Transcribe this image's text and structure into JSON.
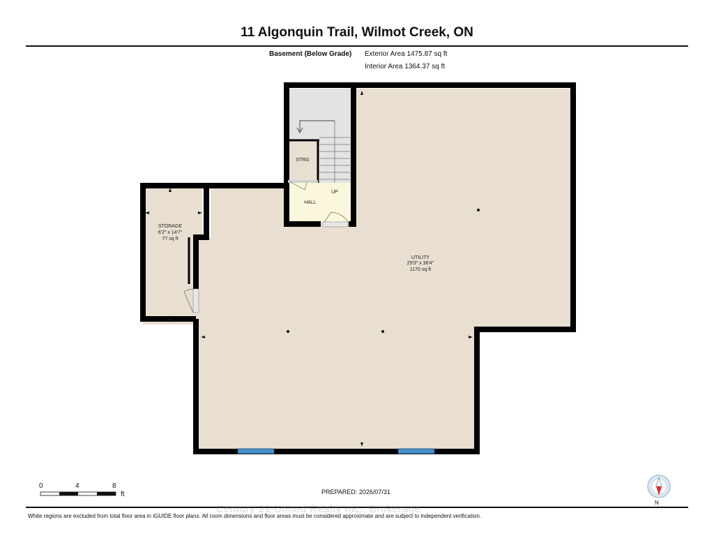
{
  "header": {
    "title": "11 Algonquin Trail, Wilmot Creek, ON",
    "level_label": "Basement (Below Grade)",
    "exterior_area": "Exterior Area 1475.87 sq ft",
    "interior_area": "Interior Area 1364.37 sq ft"
  },
  "rooms": {
    "storage": {
      "name": "STORAGE",
      "dims": "6'2\" x 14'7\"",
      "area": "77 sq ft"
    },
    "utility": {
      "name": "UTILITY",
      "dims": "29'3\" x 38'4\"",
      "area": "1170 sq ft"
    },
    "strg": {
      "name": "STRG"
    },
    "hall": {
      "name": "HALL"
    },
    "stairs": {
      "label": "UP"
    }
  },
  "scale": {
    "ticks": [
      "0",
      "4",
      "8"
    ],
    "unit": "ft"
  },
  "footer": {
    "prepared": "PREPARED: 2026/07/31",
    "watermark": "Century 21 United Realty Inc., Brokerage",
    "disclaimer": "White regions are excluded from total floor area in iGUIDE floor plans. All room dimensions and floor areas must be considered approximate and are subject to independent verification.",
    "compass_label": "N"
  },
  "colors": {
    "floor": "#e8dfd0",
    "hall_floor": "#fbf7dc",
    "stair_area": "#e3e3e3",
    "wall": "#000000",
    "window": "#4a90c8",
    "compass_needle": "#e03030"
  }
}
